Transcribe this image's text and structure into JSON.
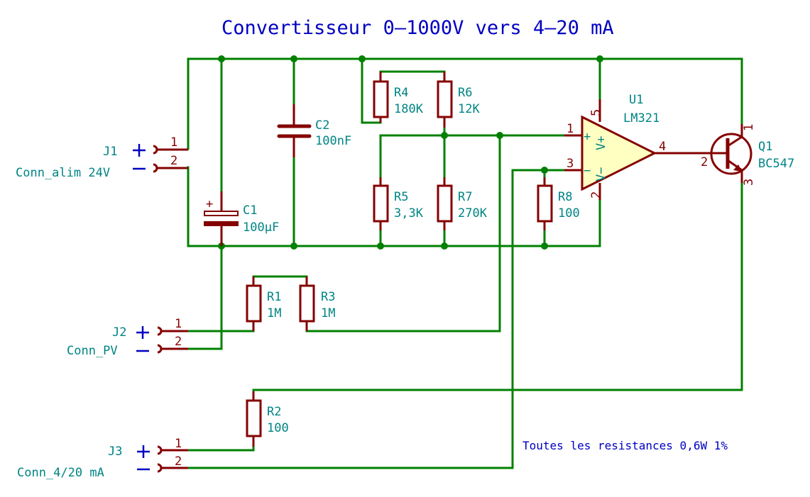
{
  "title": "Convertisseur 0–1000V vers 4–20 mA",
  "note": "Toutes les resistances 0,6W 1%",
  "colors": {
    "wire": "#008000",
    "component": "#840000",
    "label": "#008484",
    "text": "#0000c2",
    "opamp_fill": "#ffffc2"
  },
  "connectors": [
    {
      "ref": "J1",
      "value": "Conn_alim 24V",
      "pins": [
        "1",
        "2"
      ],
      "signs": [
        "+",
        "−"
      ]
    },
    {
      "ref": "J2",
      "value": "Conn_PV",
      "pins": [
        "1",
        "2"
      ],
      "signs": [
        "+",
        "−"
      ]
    },
    {
      "ref": "J3",
      "value": "Conn_4/20 mA",
      "pins": [
        "1",
        "2"
      ],
      "signs": [
        "+",
        "−"
      ]
    }
  ],
  "capacitors": [
    {
      "ref": "C1",
      "value": "100µF",
      "polarized": true,
      "plus": "+"
    },
    {
      "ref": "C2",
      "value": "100nF",
      "polarized": false
    }
  ],
  "resistors": [
    {
      "ref": "R1",
      "value": "1M"
    },
    {
      "ref": "R2",
      "value": "100"
    },
    {
      "ref": "R3",
      "value": "1M"
    },
    {
      "ref": "R4",
      "value": "180K"
    },
    {
      "ref": "R5",
      "value": "3,3K"
    },
    {
      "ref": "R6",
      "value": "12K"
    },
    {
      "ref": "R7",
      "value": "270K"
    },
    {
      "ref": "R8",
      "value": "100"
    }
  ],
  "opamp": {
    "ref": "U1",
    "value": "LM321",
    "pins": {
      "in_plus": "1",
      "in_minus": "3",
      "out": "4",
      "vplus": "5",
      "vminus": "2"
    },
    "inner": {
      "plus": "+",
      "minus": "−",
      "vplus": "V+",
      "vminus": "V−"
    }
  },
  "transistor": {
    "ref": "Q1",
    "value": "BC547",
    "pins": {
      "collector": "1",
      "base": "2",
      "emitter": "3"
    }
  }
}
